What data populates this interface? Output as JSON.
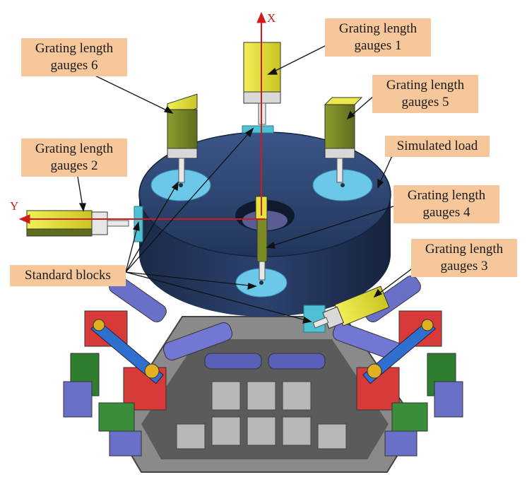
{
  "labels": {
    "g1": {
      "line1": "Grating length",
      "line2": "gauges 1"
    },
    "g2": {
      "line1": "Grating length",
      "line2": "gauges 2"
    },
    "g3": {
      "line1": "Grating length",
      "line2": "gauges 3"
    },
    "g4": {
      "line1": "Grating length",
      "line2": "gauges 4"
    },
    "g5": {
      "line1": "Grating length",
      "line2": "gauges 5"
    },
    "g6": {
      "line1": "Grating length",
      "line2": "gauges 6"
    },
    "simulated_load": "Simulated load",
    "standard_blocks": "Standard blocks"
  },
  "axes": {
    "x": "X",
    "y": "Y"
  },
  "colors": {
    "label_bg": "#f6c79a",
    "axis": "#d11a1a",
    "disk": "#2b4470",
    "pad": "#6cc8e8",
    "gauge": "#e6e33a"
  }
}
